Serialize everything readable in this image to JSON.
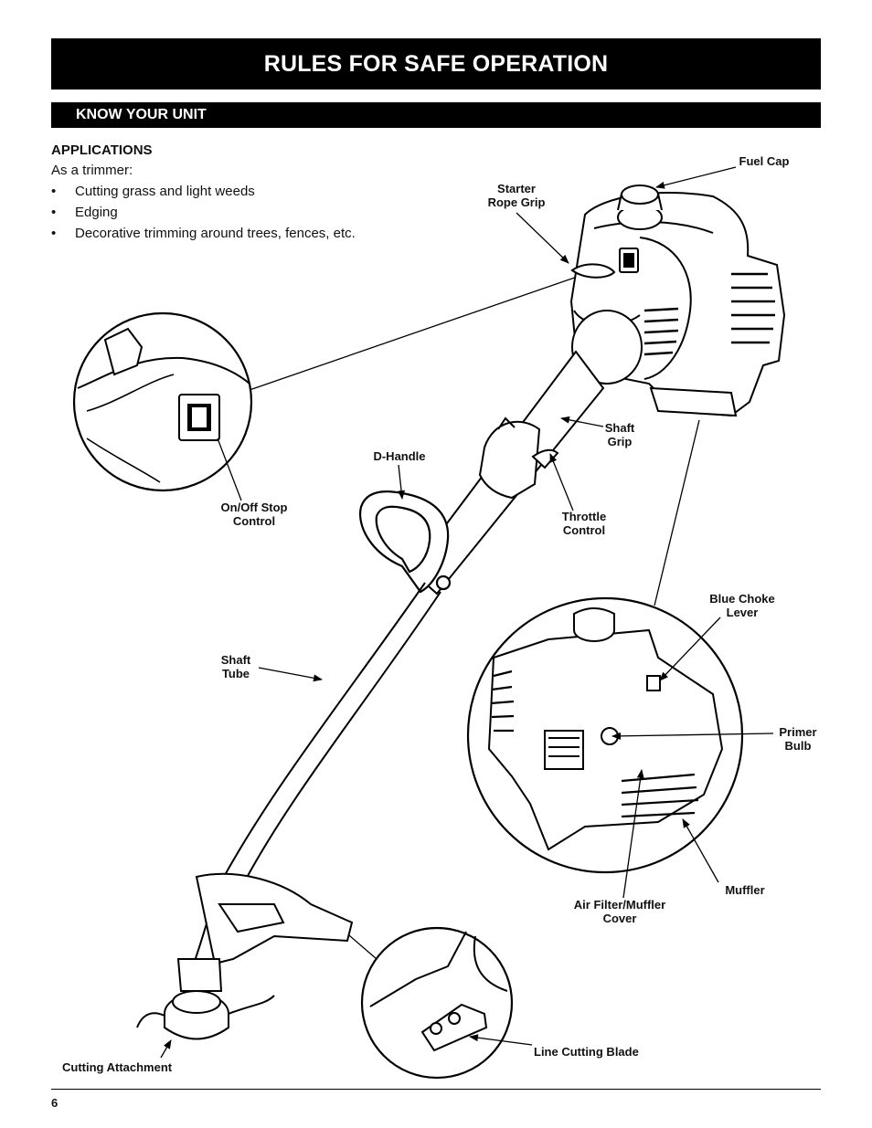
{
  "header": {
    "title": "RULES FOR SAFE OPERATION"
  },
  "section": {
    "title": "KNOW YOUR UNIT"
  },
  "applications": {
    "heading": "APPLICATIONS",
    "intro": "As a trimmer:",
    "bullet": "•",
    "items": [
      "Cutting grass and light weeds",
      "Edging",
      "Decorative trimming around trees, fences, etc."
    ]
  },
  "labels": {
    "fuel_cap": "Fuel Cap",
    "starter_rope_grip": "Starter\nRope Grip",
    "shaft_grip": "Shaft\nGrip",
    "d_handle": "D-Handle",
    "on_off_stop_control": "On/Off Stop\nControl",
    "throttle_control": "Throttle\nControl",
    "blue_choke_lever": "Blue Choke\nLever",
    "shaft_tube": "Shaft\nTube",
    "primer_bulb": "Primer\nBulb",
    "muffler": "Muffler",
    "air_filter_muffler_cover": "Air Filter/Muffler\nCover",
    "line_cutting_blade": "Line Cutting Blade",
    "cutting_attachment": "Cutting Attachment"
  },
  "footer": {
    "page_number": "6"
  }
}
